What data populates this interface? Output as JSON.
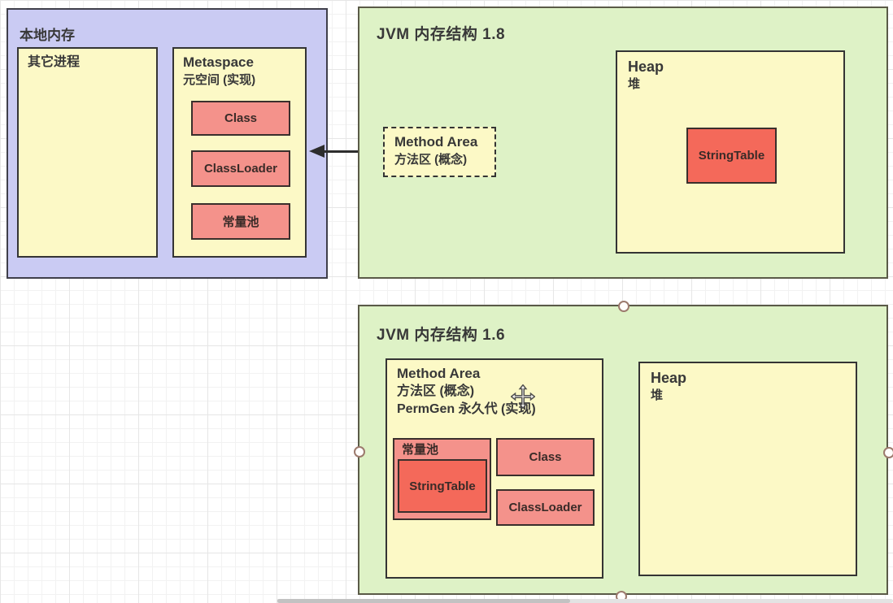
{
  "colors": {
    "native_memory_bg": "#cacbf3",
    "jvm_panel_bg": "#def2c6",
    "region_bg": "#fcf9c6",
    "block_pink": "#f4928b",
    "block_red": "#f4695a",
    "border_dark": "#343434",
    "selection_handle_ring": "#9c7a6d",
    "grid_line": "#ededed"
  },
  "icons": {
    "move_cursor": "four-way-move-arrows",
    "selection_handle": "small-circle"
  },
  "native_memory": {
    "title": "本地内存",
    "other_process_label": "其它进程",
    "metaspace": {
      "title_en": "Metaspace",
      "title_zh": "元空间 (实现)",
      "items": [
        "Class",
        "ClassLoader",
        "常量池"
      ]
    }
  },
  "jvm18": {
    "title": "JVM 内存结构 1.8",
    "method_area": {
      "title_en": "Method Area",
      "title_zh": "方法区 (概念)"
    },
    "heap": {
      "title_en": "Heap",
      "title_zh": "堆",
      "string_table": "StringTable"
    }
  },
  "jvm16": {
    "title": "JVM 内存结构 1.6",
    "method_area": {
      "title_en": "Method Area",
      "title_zh": "方法区 (概念)",
      "title_impl": "PermGen 永久代 (实现)",
      "constant_pool": {
        "label": "常量池",
        "string_table": "StringTable"
      },
      "class_label": "Class",
      "classloader_label": "ClassLoader"
    },
    "heap": {
      "title_en": "Heap",
      "title_zh": "堆"
    }
  }
}
